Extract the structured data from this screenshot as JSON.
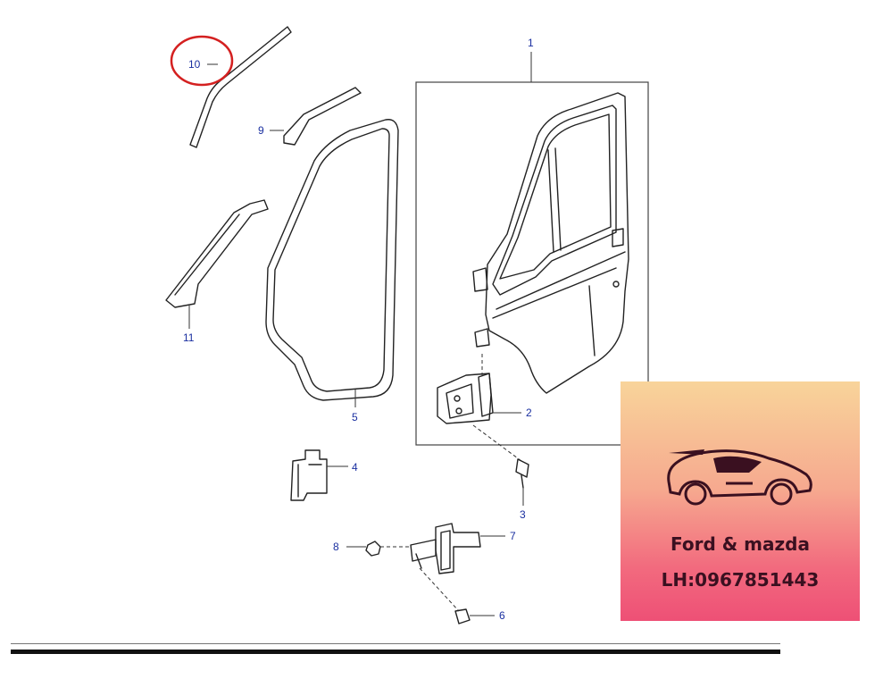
{
  "callouts": {
    "c1": "1",
    "c2": "2",
    "c3": "3",
    "c4": "4",
    "c5": "5",
    "c6": "6",
    "c7": "7",
    "c8": "8",
    "c9": "9",
    "c10": "10",
    "c11": "11"
  },
  "highlight": {
    "callout": "10",
    "color": "#d42020"
  },
  "ad": {
    "line1": "Ford & mazda",
    "line2": "LH:0967851443",
    "logo": "sports-car-icon"
  },
  "colors": {
    "callout_text": "#1a2fa0",
    "line_art": "#222222"
  }
}
